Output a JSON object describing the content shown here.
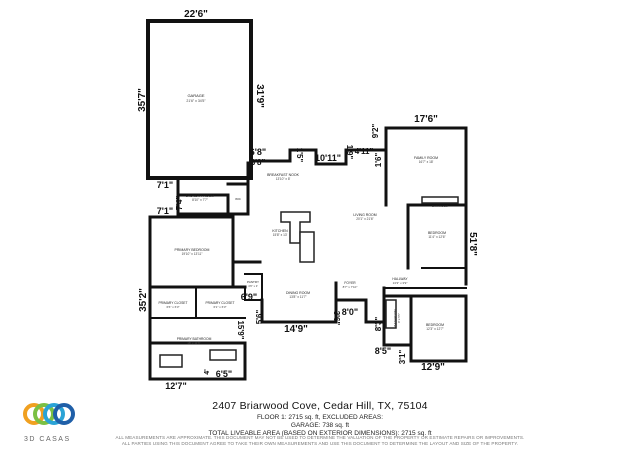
{
  "listing": {
    "address": "2407 Briarwood Cove, Cedar Hill, TX, 75104",
    "floor_line": "FLOOR 1: 2715 sq. ft, EXCLUDED AREAS:",
    "garage_line": "GARAGE: 738 sq. ft",
    "total_line": "TOTAL LIVEABLE AREA (BASED ON EXTERIOR DIMENSIONS): 2715 sq. ft",
    "disclaimer_1": "ALL MEASUREMENTS ARE APPROXIMATE. THIS DOCUMENT MAY NOT BE USED TO DETERMINE THE VALUATION OF THE PROPERTY OR ESTIMATE REPAIRS OR IMPROVEMENTS.",
    "disclaimer_2": "ALL PARTIES USING THIS DOCUMENT AGREE TO TAKE THEIR OWN MEASUREMENTS AND USE THIS DOCUMENT TO DETERMINE THE LAYOUT AND SIZE OF THE PROPERTY."
  },
  "brand": {
    "name": "3D CASAS",
    "ring_colors": [
      "#f0a020",
      "#7bc043",
      "#2aa3d6",
      "#1f5fa8"
    ]
  },
  "rooms": {
    "garage": {
      "name": "GARAGE",
      "size": "21'6\" x 34'5\""
    },
    "laundry": {
      "name": "LAUNDRY ROOM",
      "size": "8'10\" x 7'7\""
    },
    "breakfast": {
      "name": "BREAKFAST NOOK",
      "size": "13'10\" x 8'"
    },
    "family": {
      "name": "FAMILY ROOM",
      "size": "16'7\" x 18'"
    },
    "kitchen": {
      "name": "KITCHEN",
      "size": "15'8\" x 13'"
    },
    "living": {
      "name": "LIVING ROOM",
      "size": "20'1\" x 21'6\""
    },
    "bedroom_right": {
      "name": "BEDROOM",
      "size": "11'4\" x 12'6\""
    },
    "primary_bedroom": {
      "name": "PRIMARY BEDROOM",
      "size": "19'10\" x 13'11\""
    },
    "pantry": {
      "name": "PANTRY",
      "size": "4'6\" x 3'"
    },
    "hallway": {
      "name": "HALLWAY",
      "size": "13'3\" x 3'9\""
    },
    "dining": {
      "name": "DINING ROOM",
      "size": "13'8\" x 11'7\""
    },
    "foyer": {
      "name": "FOYER",
      "size": "8'7\" x 7'10\""
    },
    "closet_left": {
      "name": "PRIMARY CLOSET",
      "size": "6'6\" x 6'3\""
    },
    "closet_right": {
      "name": "PRIMARY CLOSET",
      "size": "6'1\" x 6'3\""
    },
    "primary_bath": {
      "name": "PRIMARY BATHROOM",
      "size": "18' x 11'6\""
    },
    "bathroom": {
      "name": "BATHROOM",
      "size": "8' x 5'5\""
    },
    "bedroom_bottom": {
      "name": "BEDROOM",
      "size": "12'3\" x 12'7\""
    },
    "wic": {
      "name": "WIC",
      "size": ""
    },
    "bath_small": {
      "name": "BATHROOM",
      "size": ""
    }
  },
  "dimensions": {
    "garage_top": "22'6\"",
    "garage_left": "35'7\"",
    "garage_right": "31'9\"",
    "nook_top": "6'8\"",
    "nook_small": "1'5\"",
    "nook_step": "3'8\"",
    "nook_width": "10'11\"",
    "nook_b": "1'9\"",
    "nook_c": "4'11\"",
    "nook_d": "1'6\"",
    "family_top": "17'6\"",
    "family_left": "9'2\"",
    "right_wall": "51'8\"",
    "laundry_a": "7'1\"",
    "laundry_b": "7'4\"",
    "laundry_c": "7'1\"",
    "primary_left": "35'2\"",
    "entry_a": "6'9\"",
    "entry_b": "5'6\"",
    "dining_bottom": "14'9\"",
    "foyer_a": "3'6\"",
    "foyer_b": "8'0\"",
    "bath_left": "8'3\"",
    "bath_bottom": "8'5\"",
    "step_a": "3'1\"",
    "bedroom_bottom_w": "12'9\"",
    "primary_inner": "15'9\"",
    "bath_step": "6'5\"",
    "bath_bottom_w": "12'7\"",
    "bath_small_v": "4'"
  }
}
